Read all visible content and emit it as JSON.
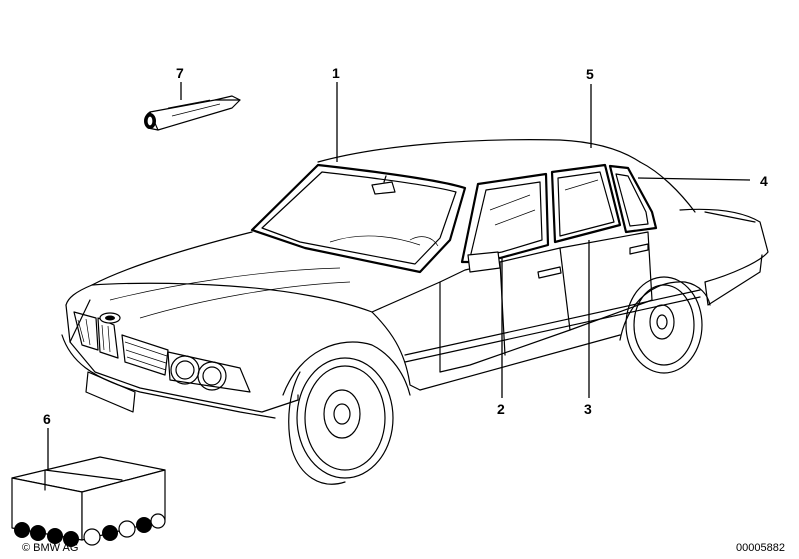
{
  "callouts": [
    {
      "id": "1",
      "label": "1"
    },
    {
      "id": "2",
      "label": "2"
    },
    {
      "id": "3",
      "label": "3"
    },
    {
      "id": "4",
      "label": "4"
    },
    {
      "id": "5",
      "label": "5"
    },
    {
      "id": "6",
      "label": "6"
    },
    {
      "id": "7",
      "label": "7"
    }
  ],
  "footer": {
    "copyright": "© BMW AG",
    "diagram_number": "00005882"
  }
}
